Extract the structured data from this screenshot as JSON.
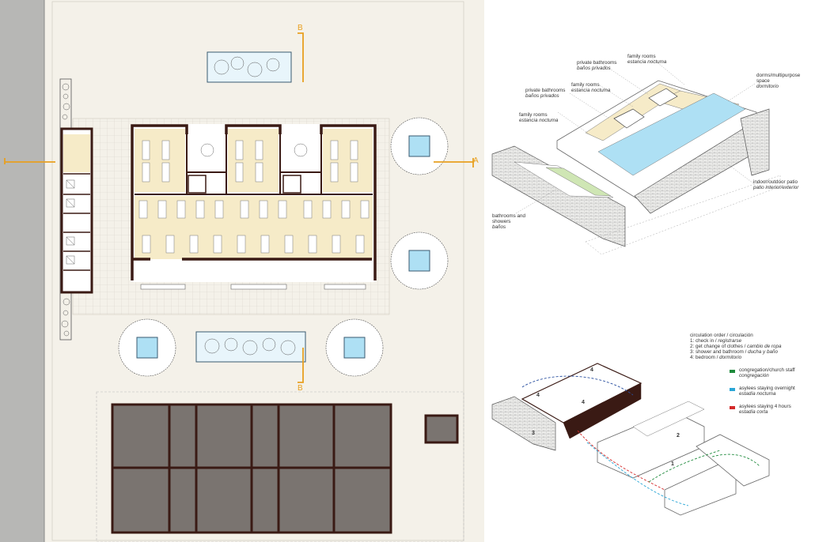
{
  "plan": {
    "section_marks": {
      "a_right": "A",
      "b_top": "B",
      "b_bottom": "B"
    }
  },
  "upper_axo": {
    "labels": [
      {
        "line1": "family rooms",
        "line2": "estancia noctuma"
      },
      {
        "line1": "private bathrooms",
        "line2": "baños privados"
      },
      {
        "line1": "family rooms",
        "line2": "estancia noctuma"
      },
      {
        "line1": "private bathrooms",
        "line2": "baños privados"
      },
      {
        "line1": "family rooms",
        "line2": "estancia noctuma"
      },
      {
        "line1": "dorms/multipurpose",
        "line2": "space",
        "line3": "dormitorio"
      },
      {
        "line1": "indoor/outdoor patio",
        "line2": "patio interior/exterior"
      },
      {
        "line1": "bathrooms and",
        "line2": "showers",
        "line3": "baños"
      }
    ]
  },
  "circulation": {
    "title": "circulation order / circulación",
    "steps": [
      {
        "text": "1: check in / ",
        "italic": "registrarse"
      },
      {
        "text": "2: get change of clothes / ",
        "italic": "cambio de ropa"
      },
      {
        "text": "3: shower and bathroom / ",
        "italic": "ducha y baño"
      },
      {
        "text": "4: bedroom / ",
        "italic": "dormitorio"
      }
    ],
    "legend": [
      {
        "line1": "congregation/church staff",
        "line2": "congregación",
        "color": "#1e8a3c"
      },
      {
        "line1": "asylees staying overnight",
        "line2": "estadía noctuma",
        "color": "#2aa6d6"
      },
      {
        "line1": "asylees staying 4 hours",
        "line2": "estadía corta",
        "color": "#d42a2a"
      }
    ],
    "numbers": [
      "4",
      "4",
      "4",
      "3",
      "2",
      "1"
    ]
  },
  "colors": {
    "wall": "#3a1a14",
    "room": "#f6ebc8",
    "patio": "#aee0f4",
    "bath": "#cfe6b4",
    "concrete": "#7a7470",
    "accent": "#e8a020"
  }
}
